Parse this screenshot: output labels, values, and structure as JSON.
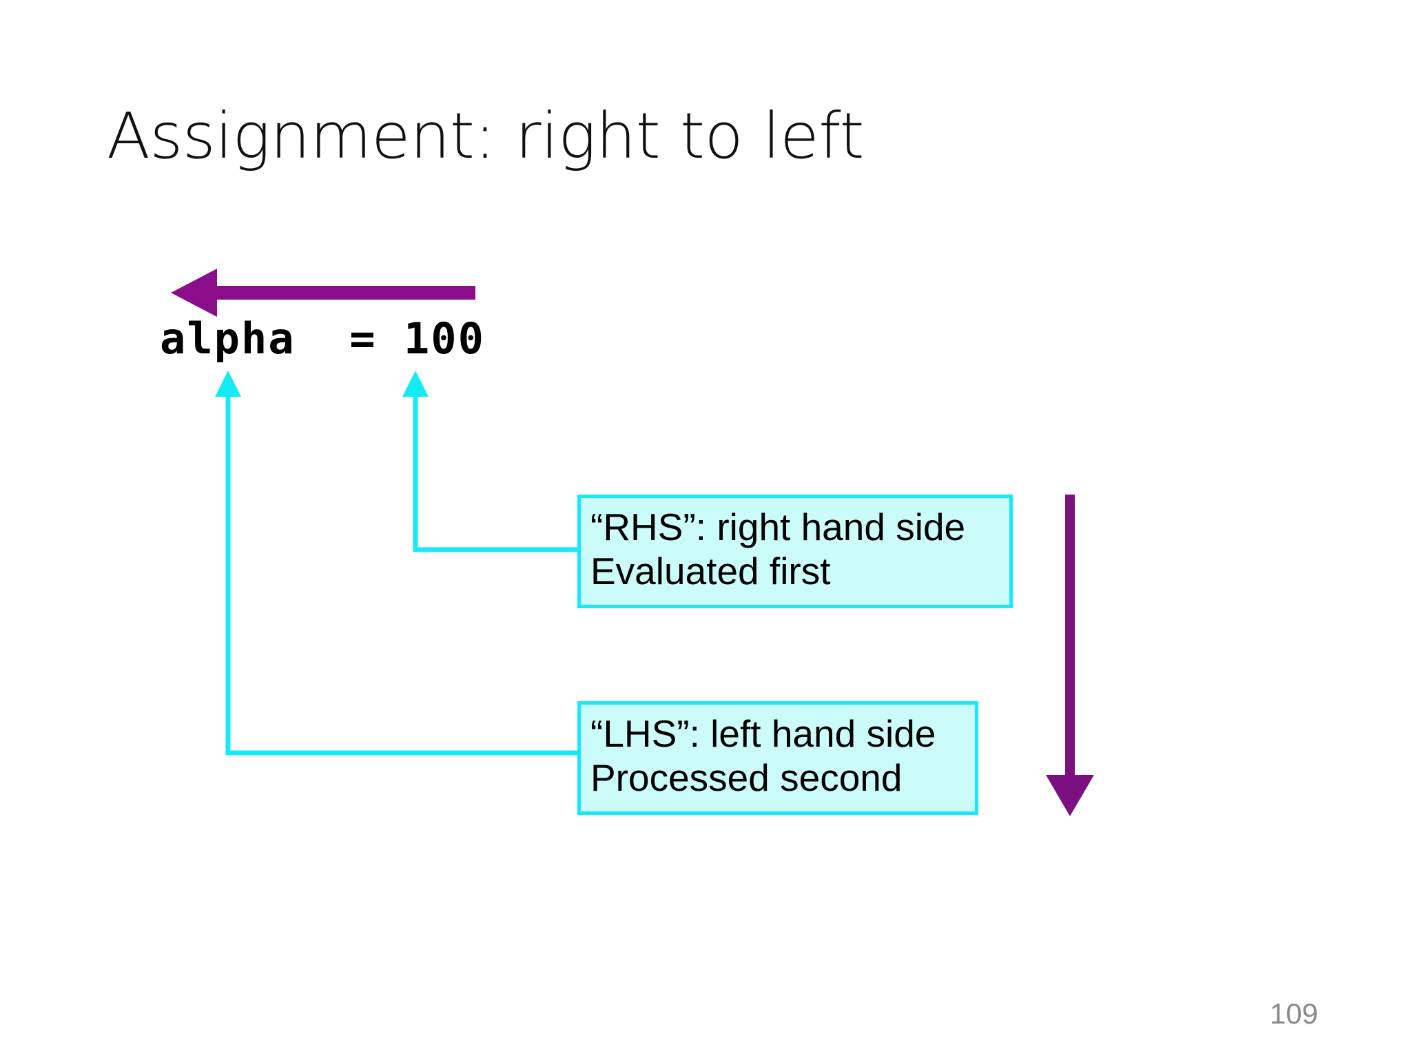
{
  "slide": {
    "title": "Assignment: right to left",
    "page_number": "109",
    "background_color": "#ffffff"
  },
  "code": {
    "line": "alpha  = 100"
  },
  "callouts": [
    {
      "id": "rhs",
      "line1": "“RHS”: right hand side",
      "line2": "Evaluated first",
      "fill_color": "#ccfcfa",
      "border_color": "#16eaf5"
    },
    {
      "id": "lhs",
      "line1": "“LHS”: left hand side",
      "line2": "Processed second",
      "fill_color": "#ccfcfa",
      "border_color": "#16eaf5"
    }
  ],
  "annotations": {
    "direction_arrow_top": {
      "icon": "arrow-left-icon",
      "color": "#8a0d8a",
      "direction": "left"
    },
    "order_arrow_right": {
      "icon": "arrow-down-icon",
      "color": "#7b1080",
      "direction": "down"
    },
    "connector_rhs": {
      "icon": "elbow-connector-up-icon",
      "color": "#16eaf5",
      "points_to": "100"
    },
    "connector_lhs": {
      "icon": "elbow-connector-up-icon",
      "color": "#16eaf5",
      "points_to": "alpha"
    }
  },
  "colors": {
    "purple": "#8a0d8a",
    "cyan": "#16eaf5",
    "cyan_fill": "#ccfcfa",
    "text": "#101010",
    "page_number": "#8a8a8a"
  }
}
